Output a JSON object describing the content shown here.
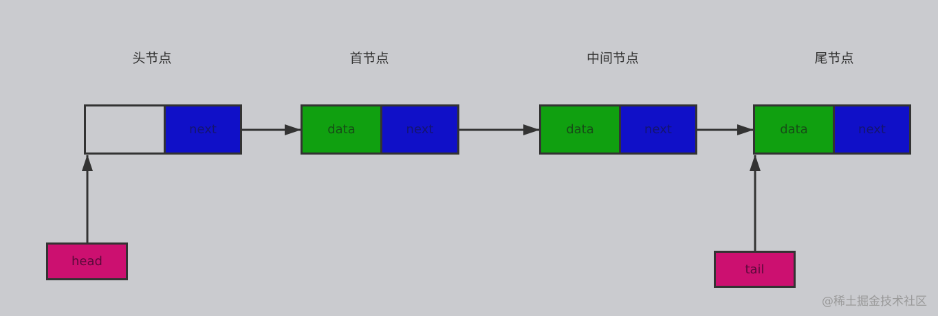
{
  "titles": [
    "头节点",
    "首节点",
    "中间节点",
    "尾节点"
  ],
  "cells": {
    "data": "data",
    "next": "next"
  },
  "pointers": {
    "head": "head",
    "tail": "tail"
  },
  "watermark": "@稀土掘金技术社区",
  "colors": {
    "background": "#cacbcf",
    "next": "#1010c8",
    "data": "#10a010",
    "pointer": "#cc1070",
    "line": "#333333"
  }
}
